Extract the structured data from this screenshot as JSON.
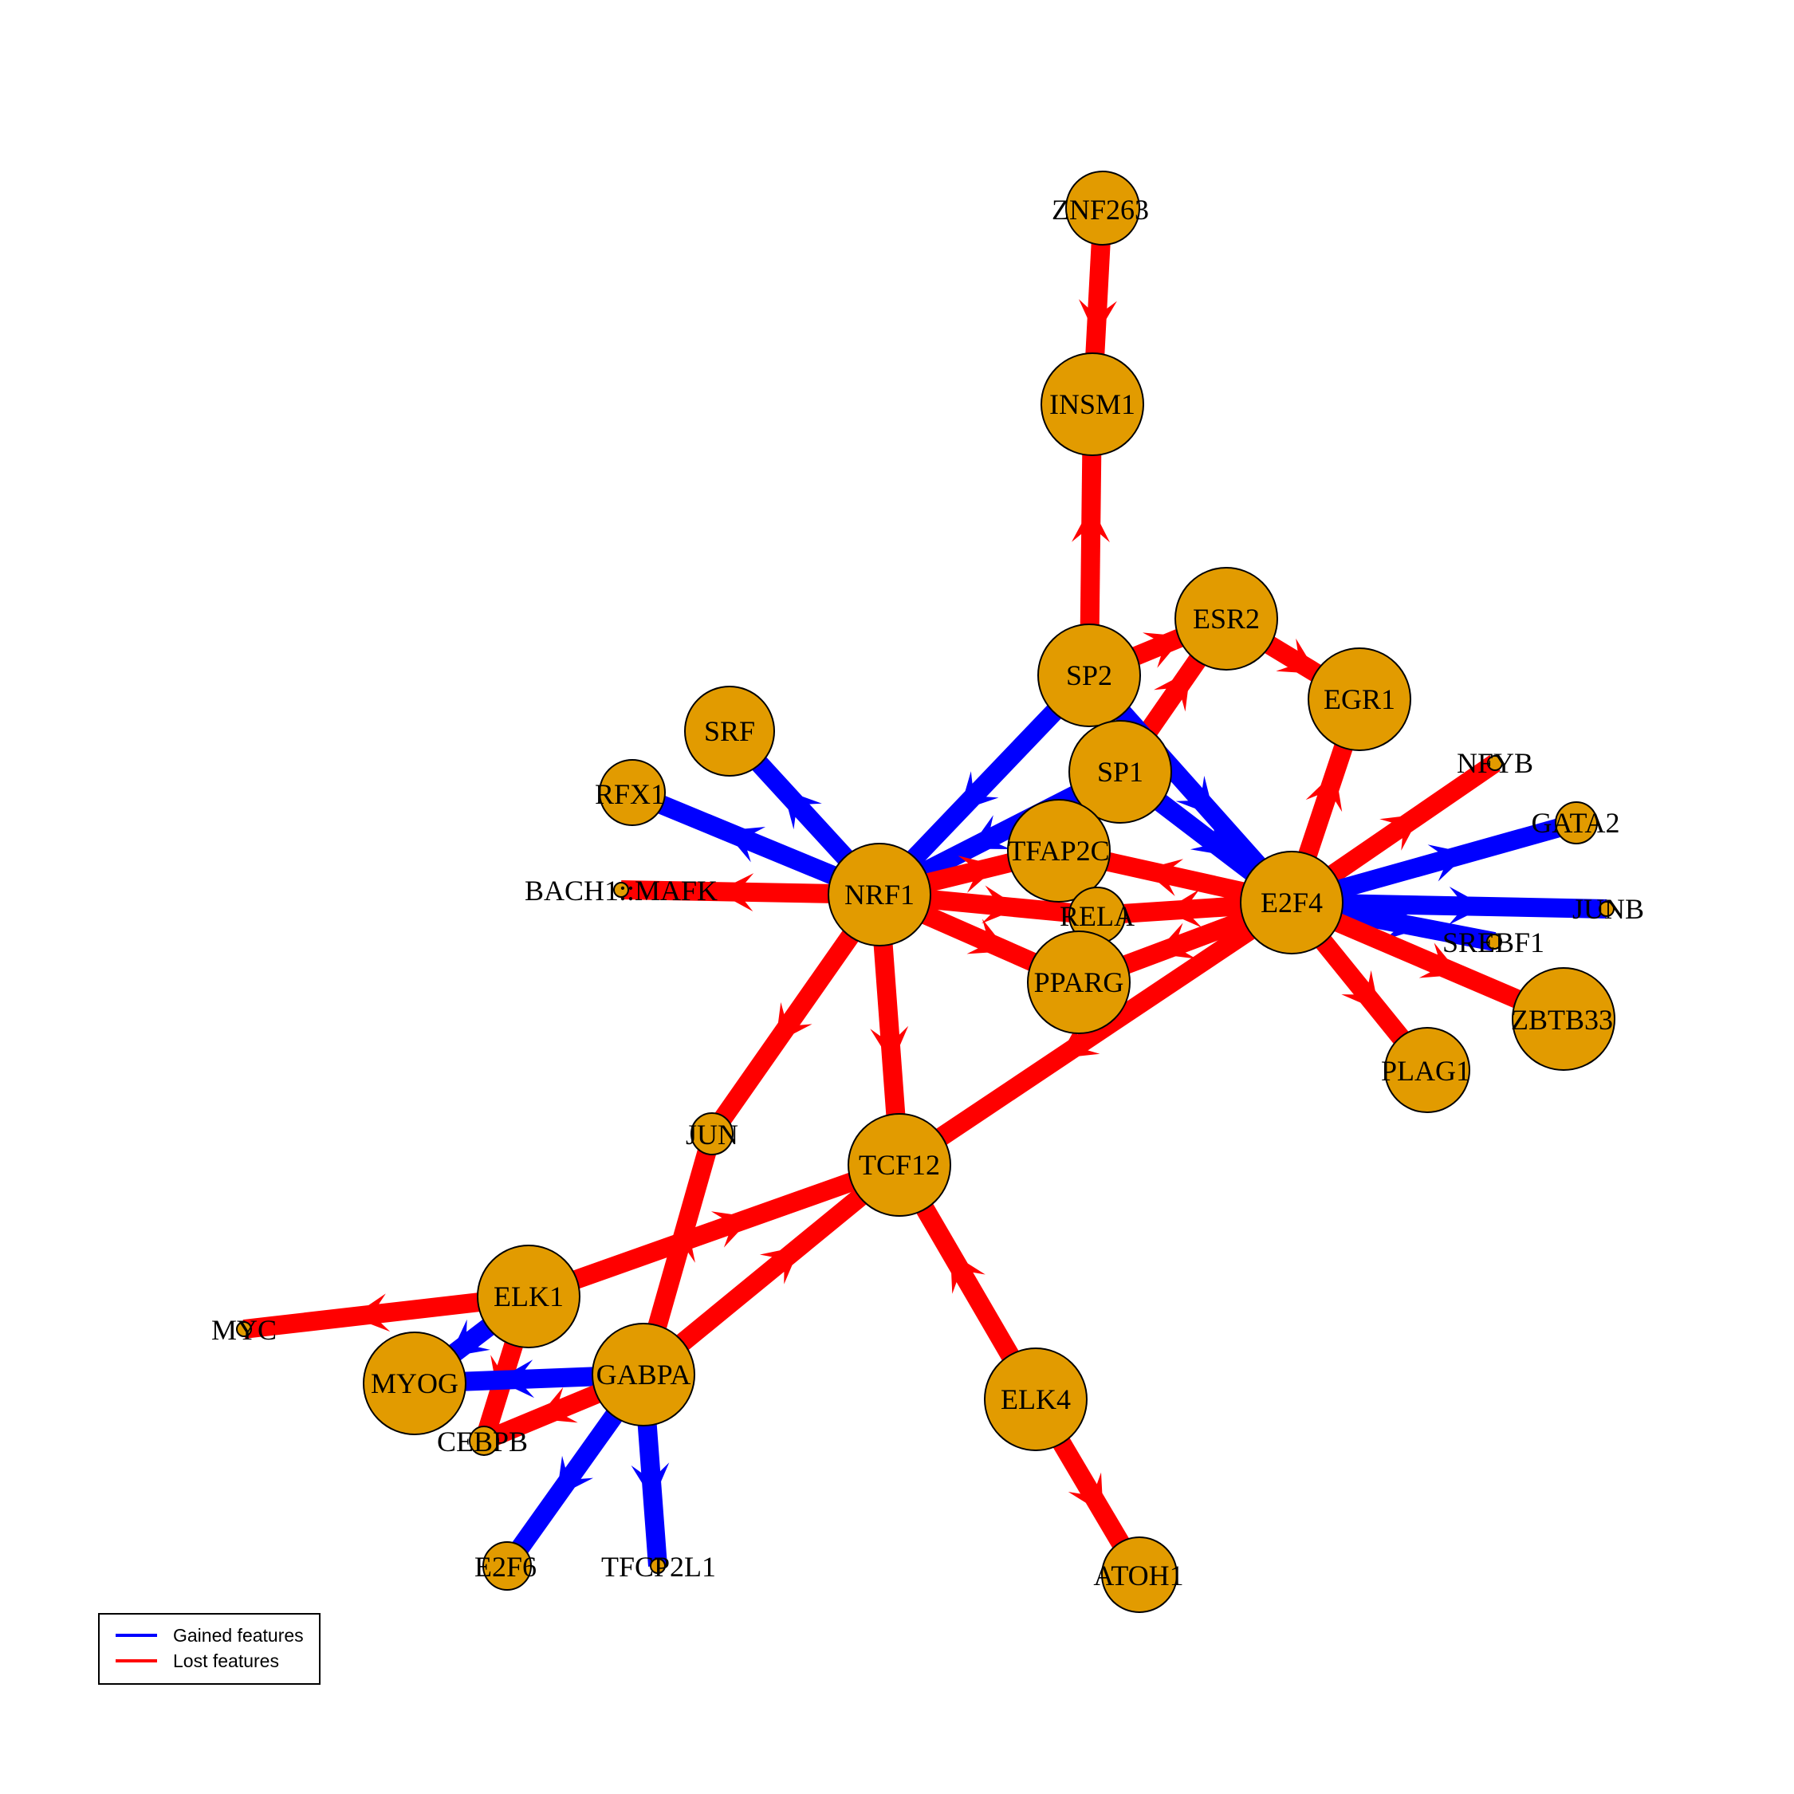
{
  "legend": {
    "items": [
      {
        "label": "Gained features",
        "color": "#0000ff"
      },
      {
        "label": "Lost features",
        "color": "#ff0000"
      }
    ]
  },
  "colors": {
    "node_fill": "#e29b00",
    "node_stroke": "#000000",
    "gained": "#0000ff",
    "lost": "#ff0000"
  },
  "nodes": [
    {
      "id": "ZNF263",
      "label": "ZNF263"
    },
    {
      "id": "INSM1",
      "label": "INSM1"
    },
    {
      "id": "ESR2",
      "label": "ESR2"
    },
    {
      "id": "SP2",
      "label": "SP2"
    },
    {
      "id": "EGR1",
      "label": "EGR1"
    },
    {
      "id": "SRF",
      "label": "SRF"
    },
    {
      "id": "SP1",
      "label": "SP1"
    },
    {
      "id": "NFYB",
      "label": "NFYB"
    },
    {
      "id": "RFX1",
      "label": "RFX1"
    },
    {
      "id": "GATA2",
      "label": "GATA2"
    },
    {
      "id": "TFAP2C",
      "label": "TFAP2C"
    },
    {
      "id": "BACH1",
      "label": "BACH1::MAFK"
    },
    {
      "id": "NRF1",
      "label": "NRF1"
    },
    {
      "id": "E2F4",
      "label": "E2F4"
    },
    {
      "id": "JUNB",
      "label": "JUNB"
    },
    {
      "id": "RELA",
      "label": "RELA"
    },
    {
      "id": "SREBF1",
      "label": "SREBF1"
    },
    {
      "id": "PPARG",
      "label": "PPARG"
    },
    {
      "id": "ZBTB33",
      "label": "ZBTB33"
    },
    {
      "id": "PLAG1",
      "label": "PLAG1"
    },
    {
      "id": "JUN",
      "label": "JUN"
    },
    {
      "id": "TCF12",
      "label": "TCF12"
    },
    {
      "id": "ELK1",
      "label": "ELK1"
    },
    {
      "id": "MYC",
      "label": "MYC"
    },
    {
      "id": "GABPA",
      "label": "GABPA"
    },
    {
      "id": "MYOG",
      "label": "MYOG"
    },
    {
      "id": "ELK4",
      "label": "ELK4"
    },
    {
      "id": "CEBPB",
      "label": "CEBPB"
    },
    {
      "id": "E2F6",
      "label": "E2F6"
    },
    {
      "id": "TFCP2L1",
      "label": "TFCP2L1"
    },
    {
      "id": "ATOH1",
      "label": "ATOH1"
    }
  ],
  "edges": [
    {
      "from": "ZNF263",
      "to": "INSM1",
      "type": "lost"
    },
    {
      "from": "SP2",
      "to": "INSM1",
      "type": "lost"
    },
    {
      "from": "SP2",
      "to": "ESR2",
      "type": "lost"
    },
    {
      "from": "ESR2",
      "to": "EGR1",
      "type": "lost"
    },
    {
      "from": "SP1",
      "to": "ESR2",
      "type": "lost"
    },
    {
      "from": "E2F4",
      "to": "EGR1",
      "type": "lost"
    },
    {
      "from": "SP2",
      "to": "NRF1",
      "type": "gained"
    },
    {
      "from": "SP2",
      "to": "E2F4",
      "type": "gained"
    },
    {
      "from": "SP1",
      "to": "E2F4",
      "type": "gained"
    },
    {
      "from": "SP1",
      "to": "NRF1",
      "type": "gained"
    },
    {
      "from": "NRF1",
      "to": "SRF",
      "type": "gained"
    },
    {
      "from": "NRF1",
      "to": "RFX1",
      "type": "gained"
    },
    {
      "from": "NRF1",
      "to": "BACH1",
      "type": "lost"
    },
    {
      "from": "NRF1",
      "to": "TFAP2C",
      "type": "lost"
    },
    {
      "from": "NRF1",
      "to": "PPARG",
      "type": "lost"
    },
    {
      "from": "NRF1",
      "to": "RELA",
      "type": "lost"
    },
    {
      "from": "NRF1",
      "to": "TCF12",
      "type": "lost"
    },
    {
      "from": "NRF1",
      "to": "JUN",
      "type": "lost"
    },
    {
      "from": "E2F4",
      "to": "TFAP2C",
      "type": "lost"
    },
    {
      "from": "E2F4",
      "to": "RELA",
      "type": "lost"
    },
    {
      "from": "E2F4",
      "to": "PPARG",
      "type": "lost"
    },
    {
      "from": "E2F4",
      "to": "TCF12",
      "type": "lost"
    },
    {
      "from": "E2F4",
      "to": "NFYB",
      "type": "lost"
    },
    {
      "from": "E2F4",
      "to": "GATA2",
      "type": "gained"
    },
    {
      "from": "E2F4",
      "to": "JUNB",
      "type": "gained"
    },
    {
      "from": "E2F4",
      "to": "SREBF1",
      "type": "gained"
    },
    {
      "from": "E2F4",
      "to": "ZBTB33",
      "type": "lost"
    },
    {
      "from": "E2F4",
      "to": "PLAG1",
      "type": "lost"
    },
    {
      "from": "GABPA",
      "to": "JUN",
      "type": "lost"
    },
    {
      "from": "ELK1",
      "to": "TCF12",
      "type": "lost"
    },
    {
      "from": "GABPA",
      "to": "TCF12",
      "type": "lost"
    },
    {
      "from": "ELK4",
      "to": "TCF12",
      "type": "lost"
    },
    {
      "from": "ELK1",
      "to": "MYC",
      "type": "lost"
    },
    {
      "from": "ELK1",
      "to": "MYOG",
      "type": "gained"
    },
    {
      "from": "ELK1",
      "to": "CEBPB",
      "type": "lost"
    },
    {
      "from": "GABPA",
      "to": "MYOG",
      "type": "gained"
    },
    {
      "from": "GABPA",
      "to": "CEBPB",
      "type": "lost"
    },
    {
      "from": "GABPA",
      "to": "E2F6",
      "type": "gained"
    },
    {
      "from": "GABPA",
      "to": "TFCP2L1",
      "type": "gained"
    },
    {
      "from": "ELK4",
      "to": "ATOH1",
      "type": "lost"
    }
  ]
}
